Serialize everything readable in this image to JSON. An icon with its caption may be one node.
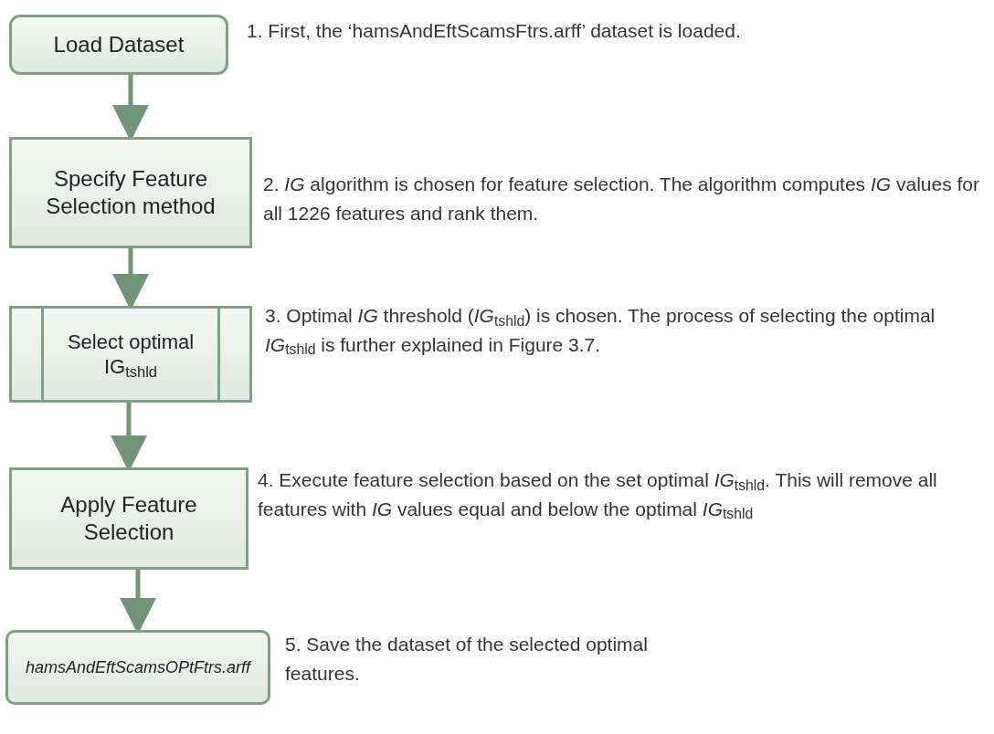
{
  "diagram": {
    "nodes": [
      {
        "text": [
          "Load Dataset"
        ],
        "beside": [
          "1. First, the ‘hamsAndEftScamsFtrs.arff’ dataset is loaded."
        ]
      },
      {
        "text": [
          "Specify Feature Selection method"
        ],
        "beside": [
          "2. *IG* algorithm is chosen for feature selection. The algorithm computes *IG* values for all 1226 features and rank them."
        ]
      },
      {
        "text": [
          "Select optimal IG$_{tshld}$"
        ],
        "beside": [
          "3. Optimal *IG* threshold (*IG*$_{tshld}$) is chosen. The process of selecting the optimal *IG*$_{tshld}$ is further explained in Figure 3.7."
        ]
      },
      {
        "text": [
          "Apply Feature Selection"
        ],
        "beside": [
          "4. Execute feature selection based on the set optimal *IG*$_{tshld}$. This will remove all features with *IG* values equal and below the optimal *IG*$_{tshld}$"
        ]
      },
      {
        "text": [
          "hamsAndEftScamsOPtFtrs.arff"
        ],
        "beside": [
          "5. Save the dataset of the selected optimal features."
        ]
      }
    ],
    "edges": [
      {
        "from": 0,
        "to": 1,
        "arrow": "to"
      },
      {
        "from": 1,
        "to": 2,
        "arrow": "to"
      },
      {
        "from": 2,
        "to": 3,
        "arrow": "to"
      },
      {
        "from": 3,
        "to": 4,
        "arrow": "to"
      }
    ]
  }
}
